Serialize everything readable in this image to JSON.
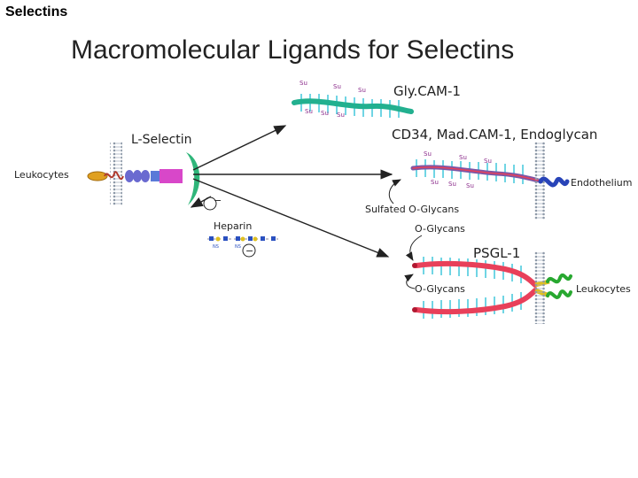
{
  "slide": {
    "label": "Selectins"
  },
  "title": "Macromolecular Ligands for Selectins",
  "labels": {
    "leukocytes_left": "Leukocytes",
    "l_selectin": "L-Selectin",
    "heparin": "Heparin",
    "inhibit_symbol": "−",
    "glycam": "Gly.CAM-1",
    "cd34": "CD34, Mad.CAM-1, Endoglycan",
    "endothelium": "Endothelium",
    "sulfated_oglycans": "Sulfated O-Glycans",
    "oglycans_top": "O-Glycans",
    "psgl": "PSGL-1",
    "oglycans_bottom": "O-Glycans",
    "leukocytes_right": "Leukocytes",
    "sulfate": "Su",
    "ns": "NS"
  },
  "colors": {
    "glycam": "#22b08f",
    "cd34": "#7b57a6",
    "psgl": "#e8405a",
    "glycan": "#33c3d9",
    "selectin": "#2fb67a",
    "pink": "#d847c9",
    "membrane": "#8d99a8",
    "arrow": "#222222",
    "sulfate": "#8a2a8a"
  }
}
